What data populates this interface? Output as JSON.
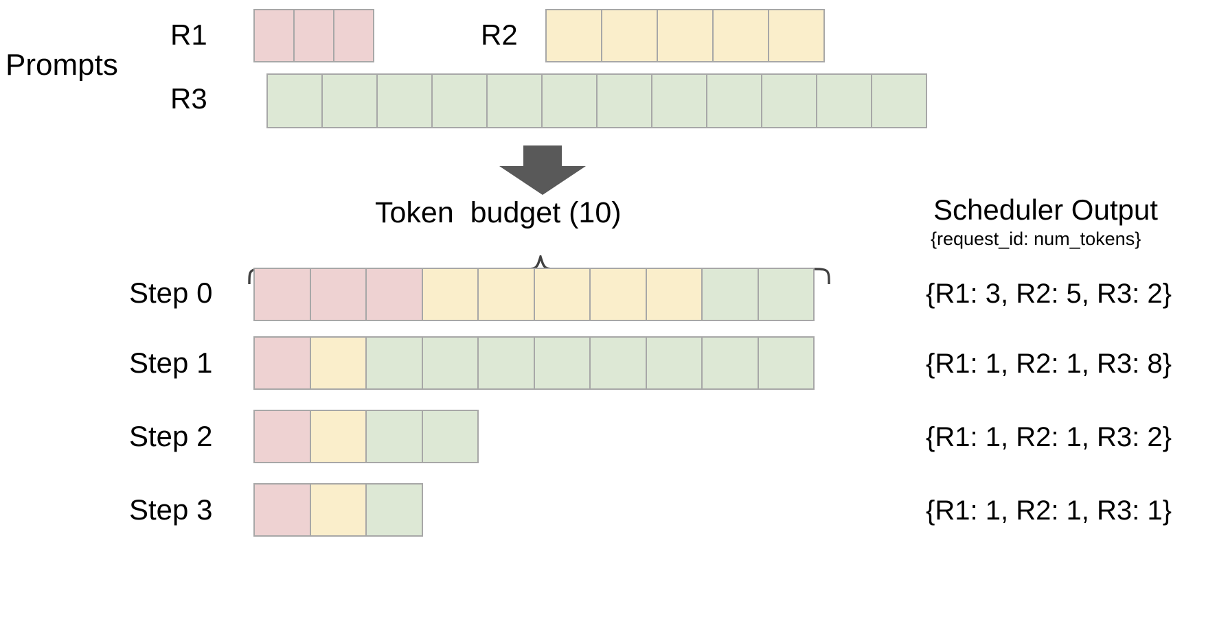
{
  "diagram": {
    "title_prompts": "Prompts",
    "token_budget_label": "Token  budget (10)",
    "token_budget_value": 10,
    "arrow_icon": "down-arrow-icon",
    "brace_icon": "curly-brace-icon",
    "colors": {
      "r1": "#eed2d2",
      "r2": "#faeecb",
      "r3": "#dde8d5",
      "border": "#a7a7a7",
      "arrow": "#595959",
      "brace": "#404040",
      "text": "#000000",
      "background": "#ffffff"
    }
  },
  "prompts": {
    "section_label": "Prompts",
    "requests": [
      {
        "id": "R1",
        "label": "R1",
        "tokens": 3,
        "color_key": "r1"
      },
      {
        "id": "R2",
        "label": "R2",
        "tokens": 5,
        "color_key": "r2"
      },
      {
        "id": "R3",
        "label": "R3",
        "tokens": 12,
        "color_key": "r3"
      }
    ]
  },
  "schedule": {
    "budget_label": "Token  budget (10)",
    "steps": [
      {
        "label": "Step 0",
        "segments": [
          {
            "request": "R1",
            "count": 3,
            "color_key": "r1"
          },
          {
            "request": "R2",
            "count": 5,
            "color_key": "r2"
          },
          {
            "request": "R3",
            "count": 2,
            "color_key": "r3"
          }
        ],
        "output": "{R1: 3, R2: 5, R3: 2}"
      },
      {
        "label": "Step 1",
        "segments": [
          {
            "request": "R1",
            "count": 1,
            "color_key": "r1"
          },
          {
            "request": "R2",
            "count": 1,
            "color_key": "r2"
          },
          {
            "request": "R3",
            "count": 8,
            "color_key": "r3"
          }
        ],
        "output": "{R1: 1, R2: 1, R3: 8}"
      },
      {
        "label": "Step 2",
        "segments": [
          {
            "request": "R1",
            "count": 1,
            "color_key": "r1"
          },
          {
            "request": "R2",
            "count": 1,
            "color_key": "r2"
          },
          {
            "request": "R3",
            "count": 2,
            "color_key": "r3"
          }
        ],
        "output": "{R1: 1, R2: 1, R3: 2}"
      },
      {
        "label": "Step 3",
        "segments": [
          {
            "request": "R1",
            "count": 1,
            "color_key": "r1"
          },
          {
            "request": "R2",
            "count": 1,
            "color_key": "r2"
          },
          {
            "request": "R3",
            "count": 1,
            "color_key": "r3"
          }
        ],
        "output": "{R1: 1, R2: 1, R3: 1}"
      }
    ]
  },
  "scheduler_output": {
    "title": "Scheduler Output",
    "subtitle": "{request_id: num_tokens}",
    "values": [
      "{R1: 3, R2: 5, R3: 2}",
      "{R1: 1, R2: 1, R3: 8}",
      "{R1: 1, R2: 1, R3: 2}",
      "{R1: 1, R2: 1, R3: 1}"
    ]
  }
}
